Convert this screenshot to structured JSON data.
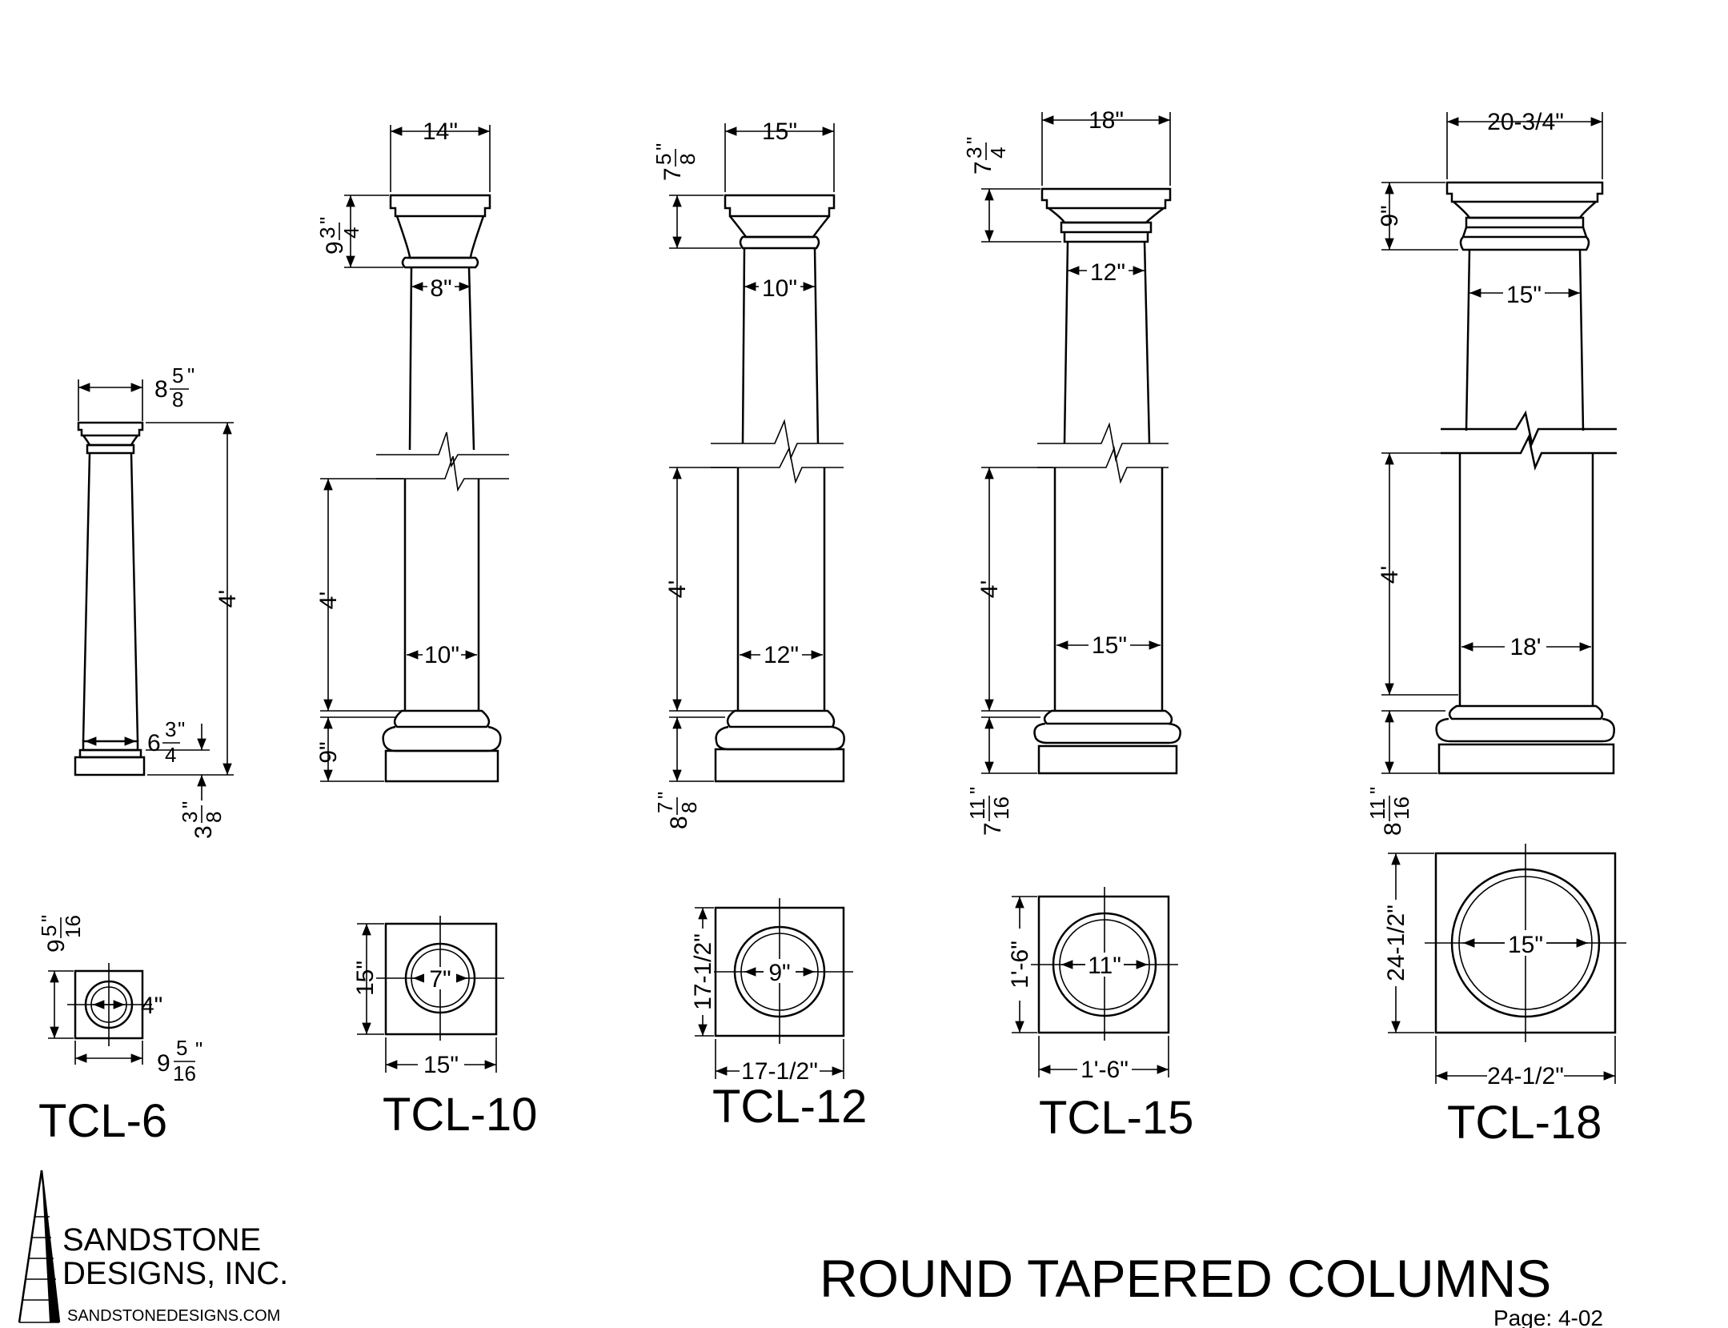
{
  "title": "ROUND TAPERED COLUMNS",
  "page": "Page: 4-02",
  "company": {
    "name_line1": "SANDSTONE",
    "name_line2": "DESIGNS, INC.",
    "website": "SANDSTONEDESIGNS.COM"
  },
  "columns": [
    {
      "label": "TCL-6",
      "top_width": {
        "whole": "8",
        "num": "5",
        "den": "8",
        "mark": "\""
      },
      "height": "4'",
      "bottom_width": {
        "whole": "6",
        "num": "3",
        "den": "4",
        "mark": "\""
      },
      "base_height": {
        "whole": "3",
        "num": "3",
        "den": "8",
        "mark": "\""
      },
      "plan_height": {
        "whole": "9",
        "num": "5",
        "den": "16",
        "mark": "\""
      },
      "plan_width": {
        "whole": "9",
        "num": "5",
        "den": "16",
        "mark": "\""
      },
      "plan_circle": "4\""
    },
    {
      "label": "TCL-10",
      "top_width": "14\"",
      "cap_height": {
        "whole": "9",
        "num": "3",
        "den": "4",
        "mark": "\""
      },
      "neck_width": "8\"",
      "height": "4'",
      "bottom_width": "10\"",
      "base_height": "9\"",
      "plan_height": "15\"",
      "plan_width": "15\"",
      "plan_circle": "7\""
    },
    {
      "label": "TCL-12",
      "top_width": "15\"",
      "cap_height": {
        "whole": "7",
        "num": "5",
        "den": "8",
        "mark": "\""
      },
      "neck_width": "10\"",
      "height": "4'",
      "bottom_width": "12\"",
      "base_height": {
        "whole": "8",
        "num": "7",
        "den": "8",
        "mark": "\""
      },
      "plan_height": "17-1/2\"",
      "plan_width": "17-1/2\"",
      "plan_circle": "9\""
    },
    {
      "label": "TCL-15",
      "top_width": "18\"",
      "cap_height": {
        "whole": "7",
        "num": "3",
        "den": "4",
        "mark": "\""
      },
      "neck_width": "12\"",
      "height": "4'",
      "bottom_width": "15\"",
      "base_height": {
        "whole": "7",
        "num": "11",
        "den": "16",
        "mark": "\""
      },
      "plan_height": "1'-6\"",
      "plan_width": "1'-6\"",
      "plan_circle": "11\""
    },
    {
      "label": "TCL-18",
      "top_width": "20-3/4\"",
      "cap_height": "9\"",
      "neck_width": "15\"",
      "height": "4'",
      "bottom_width": "18'",
      "base_height": {
        "whole": "8",
        "num": "11",
        "den": "16",
        "mark": "\""
      },
      "plan_height": "24-1/2\"",
      "plan_width": "24-1/2\"",
      "plan_circle": "15\""
    }
  ]
}
